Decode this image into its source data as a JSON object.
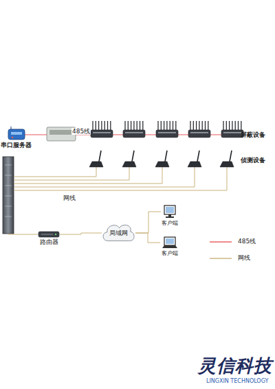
{
  "diagram": {
    "nodes": [
      {
        "text": [
          "串口服务器"
        ]
      },
      {
        "text": [
          "路由器"
        ]
      },
      {
        "text": [
          "局域网"
        ]
      },
      {
        "text": [
          "客户端"
        ]
      },
      {
        "text": [
          "客户端"
        ]
      }
    ],
    "edges": [
      {
        "from": 1,
        "to": 2,
        "arrow": "none"
      },
      {
        "from": 2,
        "to": 3,
        "arrow": "none"
      },
      {
        "from": 2,
        "to": 4,
        "arrow": "none"
      }
    ],
    "labels": [
      "485线",
      "屏蔽设备",
      "侦测设备",
      "网线",
      "灵信科技",
      "LINGXIN TECHNOLOGY"
    ],
    "legend": [
      {
        "text": "485线"
      },
      {
        "text": "网线"
      }
    ]
  }
}
